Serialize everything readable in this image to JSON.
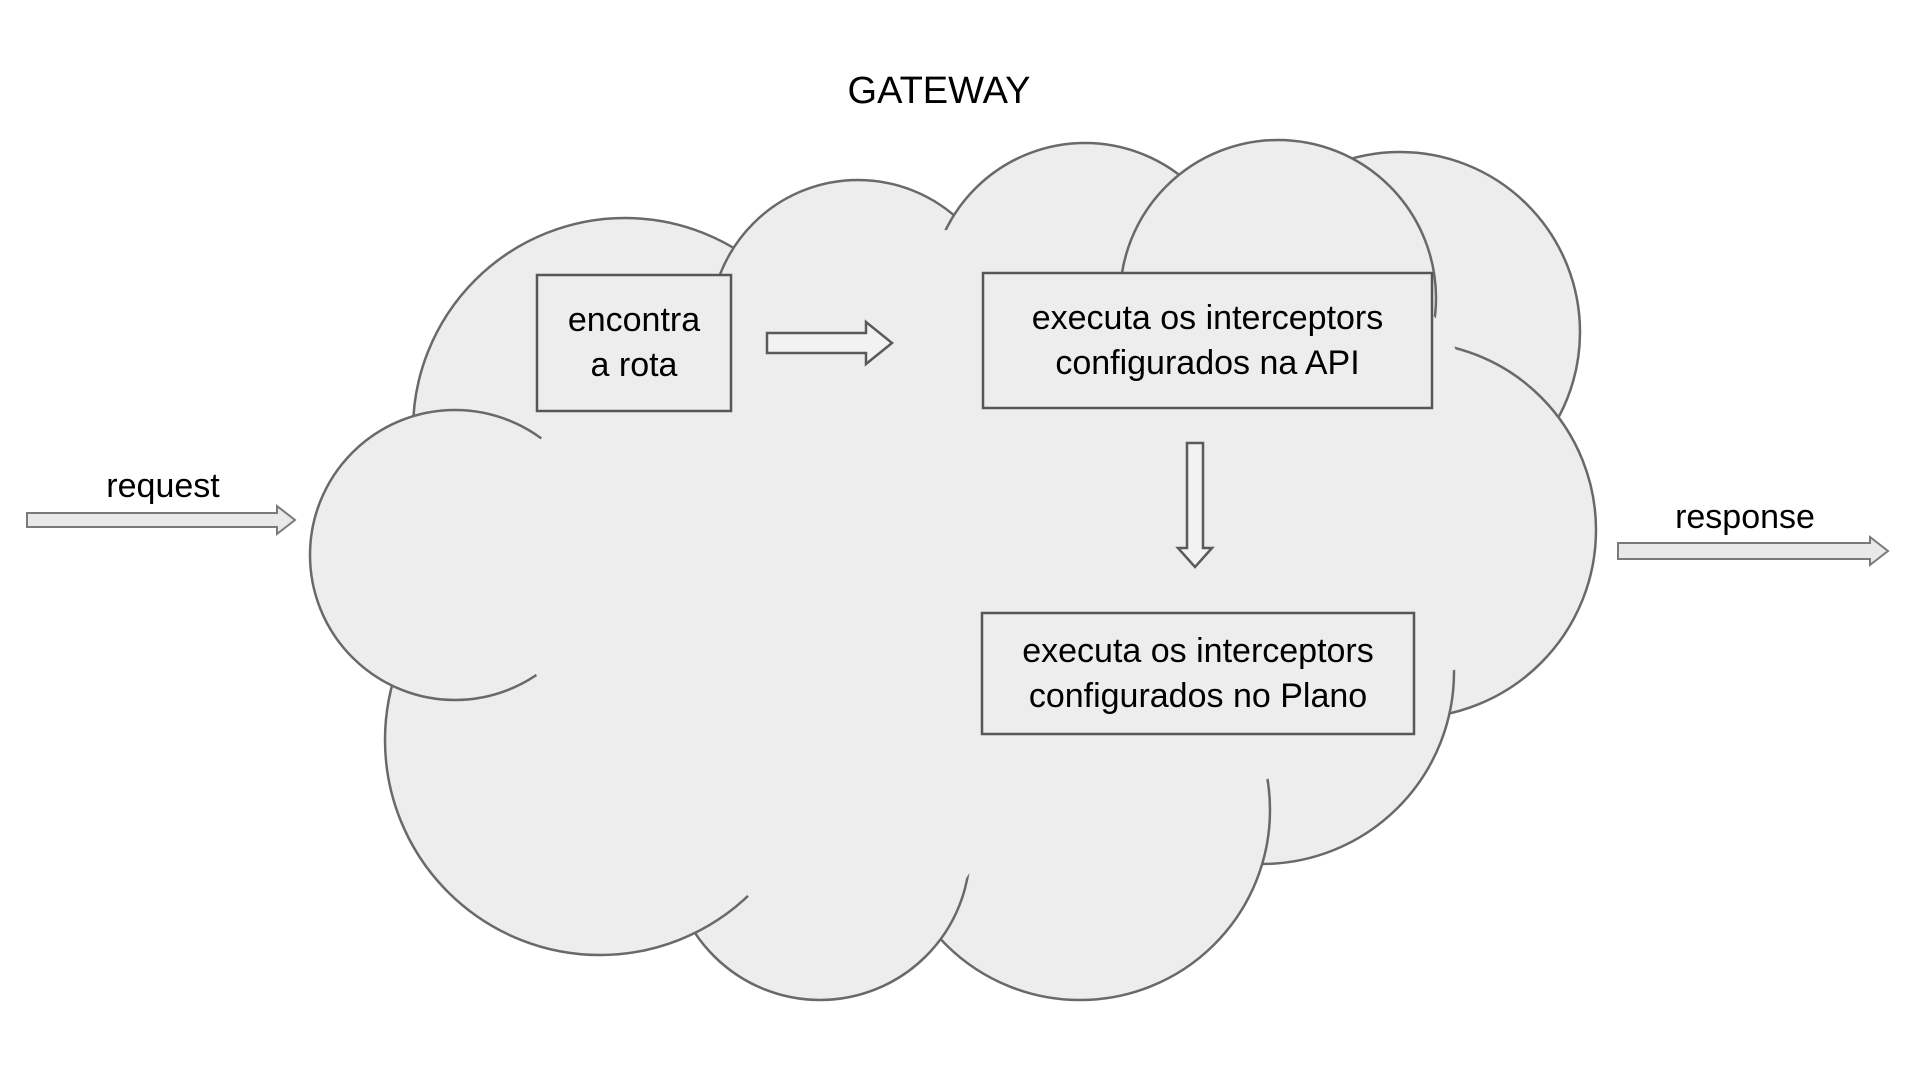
{
  "title": "GATEWAY",
  "labels": {
    "request": "request",
    "response": "response"
  },
  "steps": [
    {
      "id": "find-route",
      "line1": "encontra",
      "line2": "a rota"
    },
    {
      "id": "api-interceptors",
      "line1": "executa os interceptors",
      "line2": "configurados na API"
    },
    {
      "id": "plan-interceptors",
      "line1": "executa os interceptors",
      "line2": "configurados no Plano"
    }
  ],
  "colors": {
    "background": "#ffffff",
    "cloud_fill": "#ededed",
    "cloud_stroke": "#696969",
    "box_stroke": "#575757",
    "outer_arrow_fill": "#e9e9e9",
    "outer_arrow_stroke": "#7a7a7a",
    "inner_arrow_fill": "#f2f2f2",
    "inner_arrow_stroke": "#5a5a5a",
    "text": "#000000"
  }
}
